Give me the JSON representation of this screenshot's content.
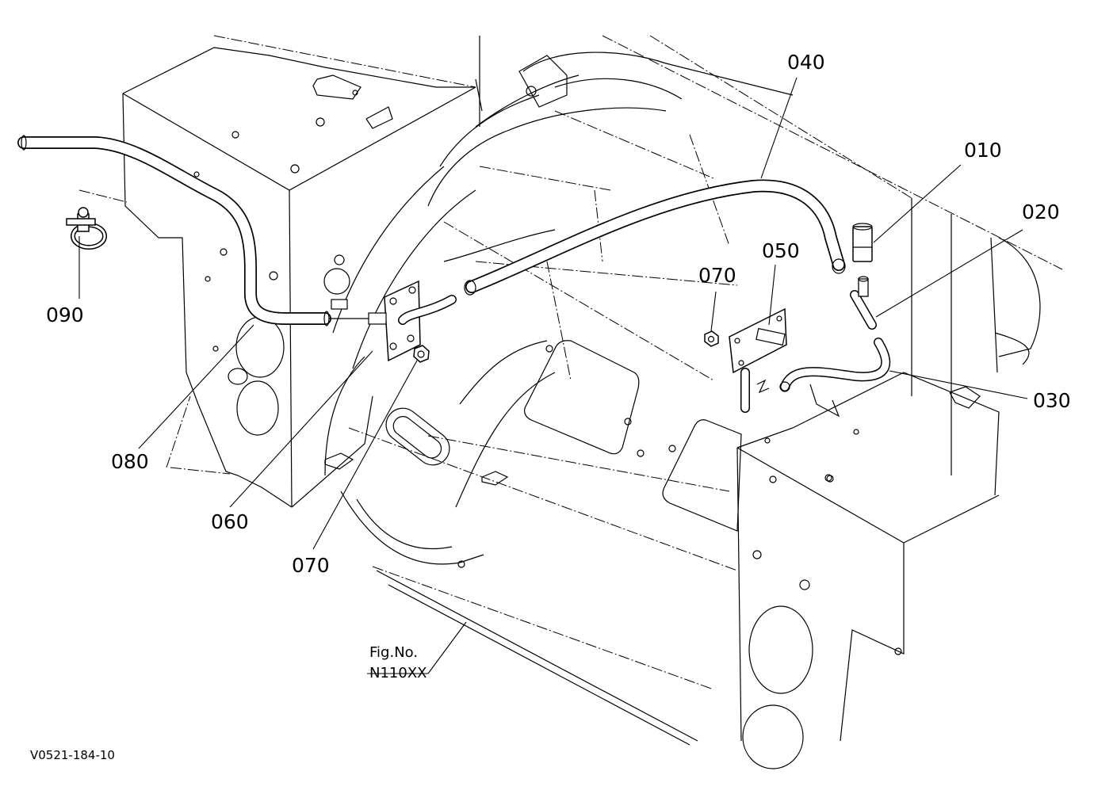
{
  "diagram": {
    "callouts": {
      "p010": "010",
      "p020": "020",
      "p030": "030",
      "p040": "040",
      "p050": "050",
      "p060": "060",
      "p070_upper": "070",
      "p070_lower": "070",
      "p080": "080",
      "p090": "090"
    },
    "figure_ref": {
      "line1": "Fig.No.",
      "line2": "N110XX"
    },
    "drawing_id": "V0521-184-10"
  }
}
